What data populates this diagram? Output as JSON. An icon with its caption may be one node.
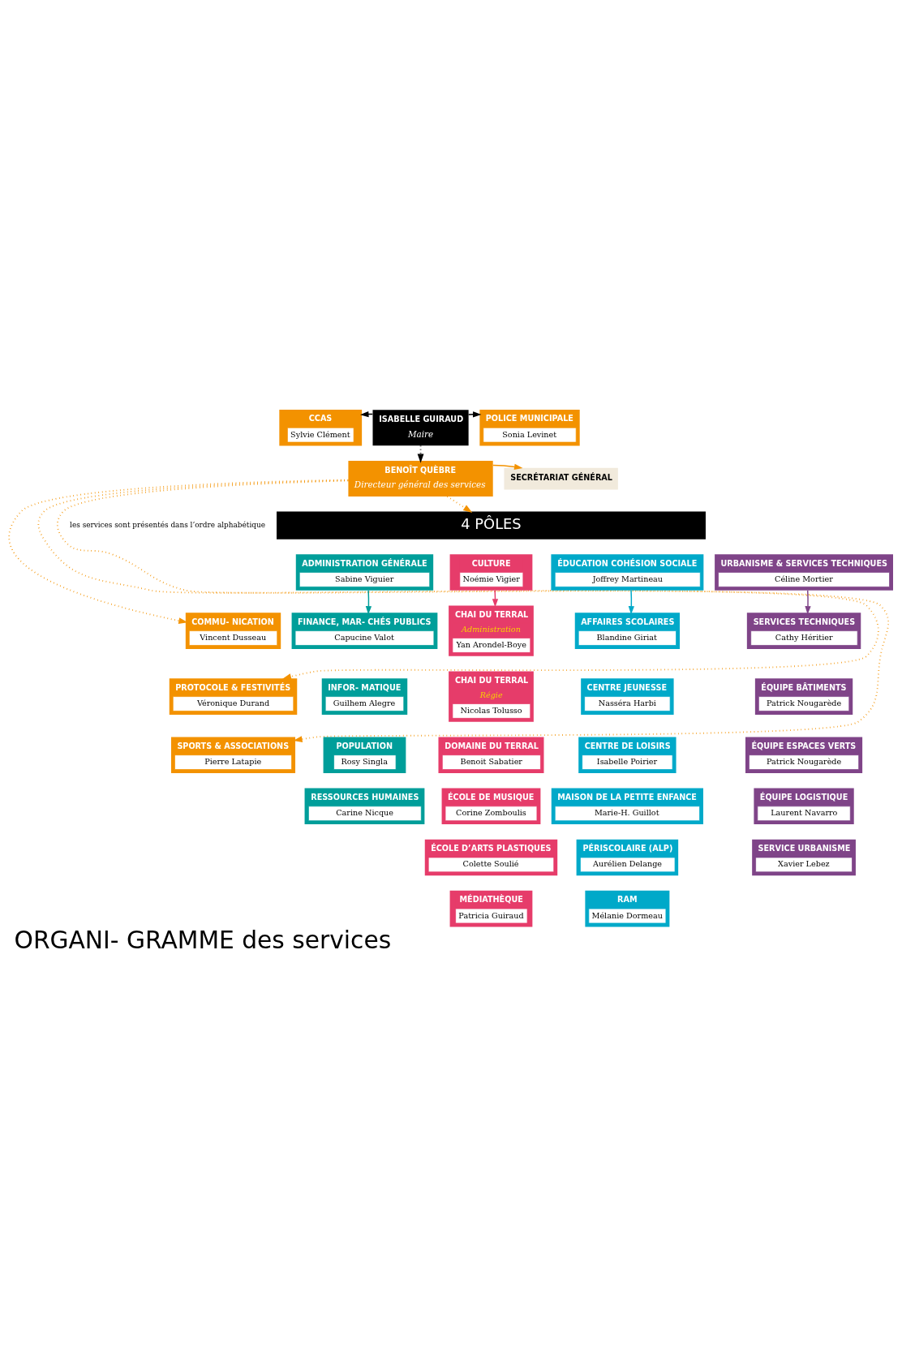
{
  "diagram": {
    "title": "ORGANI- GRAMME des services",
    "nodes": [
      {
        "text": [
          "CCAS",
          "Sylvie Clément"
        ]
      },
      {
        "text": [
          "ISABELLE GUIRAUD",
          "Maire"
        ]
      },
      {
        "text": [
          "POLICE MUNICIPALE",
          "Sonia Levinet"
        ]
      },
      {
        "text": [
          "BENOÎT QUÈBRE",
          "Directeur général des services"
        ]
      },
      {
        "text": [
          "SECRÉTARIAT GÉNÉRAL"
        ]
      },
      {
        "text": [
          "4 PÔLES"
        ]
      },
      {
        "text": [
          "ADMINISTRATION GÉNÉRALE",
          "Sabine Viguier"
        ]
      },
      {
        "text": [
          "CULTURE",
          "Noémie Vigier"
        ]
      },
      {
        "text": [
          "ÉDUCATION COHÉSION SOCIALE",
          "Joffrey Martineau"
        ]
      },
      {
        "text": [
          "URBANISME & SERVICES TECHNIQUES",
          "Céline Mortier"
        ]
      },
      {
        "text": [
          "COMMU- NICATION",
          "Vincent Dusseau"
        ]
      },
      {
        "text": [
          "FINANCE, MAR- CHÉS PUBLICS",
          "Capucine Valot"
        ]
      },
      {
        "text": [
          "CHAI DU TERRAL",
          "Administration",
          "Yan Arondel-Boye"
        ]
      },
      {
        "text": [
          "AFFAIRES SCOLAIRES",
          "Blandine Giriat"
        ]
      },
      {
        "text": [
          "SERVICES TECHNIQUES",
          "Cathy Héritier"
        ]
      },
      {
        "text": [
          "PROTOCOLE & FESTIVITÉS",
          "Véronique Durand"
        ]
      },
      {
        "text": [
          "INFOR- MATIQUE",
          "Guilhem Alegre"
        ]
      },
      {
        "text": [
          "CHAI DU TERRAL",
          "Régie",
          "Nicolas Tolusso"
        ]
      },
      {
        "text": [
          "CENTRE JEUNESSE",
          "Nasséra Harbi"
        ]
      },
      {
        "text": [
          "ÉQUIPE BÂTIMENTS",
          "Patrick Nougarède"
        ]
      },
      {
        "text": [
          "SPORTS & ASSOCIATIONS",
          "Pierre Latapie"
        ]
      },
      {
        "text": [
          "POPULATION",
          "Rosy Singla"
        ]
      },
      {
        "text": [
          "DOMAINE DU TERRAL",
          "Benoit Sabatier"
        ]
      },
      {
        "text": [
          "CENTRE DE LOISIRS",
          "Isabelle Poirier"
        ]
      },
      {
        "text": [
          "ÉQUIPE ESPACES VERTS",
          "Patrick Nougarède"
        ]
      },
      {
        "text": [
          "RESSOURCES HUMAINES",
          "Carine Nicque"
        ]
      },
      {
        "text": [
          "ÉCOLE DE MUSIQUE",
          "Corine Zomboulis"
        ]
      },
      {
        "text": [
          "MAISON DE LA PETITE ENFANCE",
          "Marie-H. Guillot"
        ]
      },
      {
        "text": [
          "ÉQUIPE LOGISTIQUE",
          "Laurent Navarro"
        ]
      },
      {
        "text": [
          "ÉCOLE D’ARTS PLASTIQUES",
          "Colette Soulié"
        ]
      },
      {
        "text": [
          "PÉRISCOLAIRE (ALP)",
          "Aurélien Delange"
        ]
      },
      {
        "text": [
          "SERVICE URBANISME",
          "Xavier Lebez"
        ]
      },
      {
        "text": [
          "MÉDIATHÈQUE",
          "Patricia Guiraud"
        ]
      },
      {
        "text": [
          "RAM",
          "Mélanie Dormeau"
        ]
      }
    ],
    "edges": [
      {
        "from": 1,
        "to": 0,
        "arrow": "to",
        "color": "#000000"
      },
      {
        "from": 1,
        "to": 2,
        "arrow": "to",
        "color": "#000000"
      },
      {
        "from": 1,
        "to": 3,
        "arrow": "to",
        "style": "dashed",
        "color": "#000000"
      },
      {
        "from": 3,
        "to": 4,
        "arrow": "to",
        "color": "#f39200"
      },
      {
        "from": 3,
        "to": 5,
        "arrow": "to",
        "style": "dashed",
        "color": "#f39200"
      },
      {
        "from": 3,
        "to": 10,
        "arrow": "to",
        "style": "dashed",
        "color": "#f39200"
      },
      {
        "from": 3,
        "to": 15,
        "arrow": "to",
        "style": "dashed",
        "color": "#f39200"
      },
      {
        "from": 3,
        "to": 20,
        "arrow": "to",
        "style": "dashed",
        "color": "#f39200"
      },
      {
        "from": 6,
        "to": 11,
        "arrow": "to",
        "color": "#009e9a"
      },
      {
        "from": 7,
        "to": 12,
        "arrow": "to",
        "color": "#e63c6a"
      },
      {
        "from": 8,
        "to": 13,
        "arrow": "to",
        "color": "#00a9c9"
      },
      {
        "from": 9,
        "to": 14,
        "arrow": "to",
        "color": "#7f4488"
      }
    ],
    "labels": [
      "les services sont présentés dans l’ordre alphabétique"
    ]
  }
}
